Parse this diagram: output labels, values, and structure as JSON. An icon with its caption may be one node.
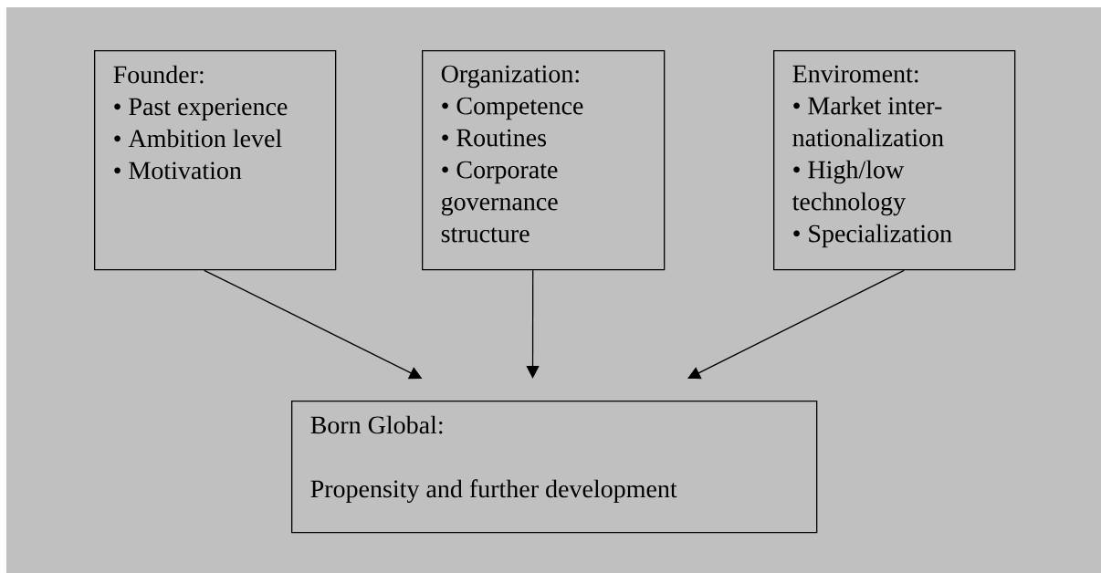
{
  "diagram": {
    "nodes": [
      {
        "text": [
          "Founder:",
          "• Past experience",
          "• Ambition level",
          "• Motivation"
        ]
      },
      {
        "text": [
          "Organization:",
          "• Competence",
          "• Routines",
          "• Corporate governance structure"
        ]
      },
      {
        "text": [
          "Enviroment:",
          "• Market inter-nationalization",
          "• High/low technology",
          "• Specialization"
        ]
      },
      {
        "text": [
          "Born Global:",
          "Propensity and further development"
        ]
      }
    ],
    "edges": [
      {
        "from": 0,
        "to": 3,
        "arrow": "to"
      },
      {
        "from": 1,
        "to": 3,
        "arrow": "to"
      },
      {
        "from": 2,
        "to": 3,
        "arrow": "to"
      }
    ]
  }
}
